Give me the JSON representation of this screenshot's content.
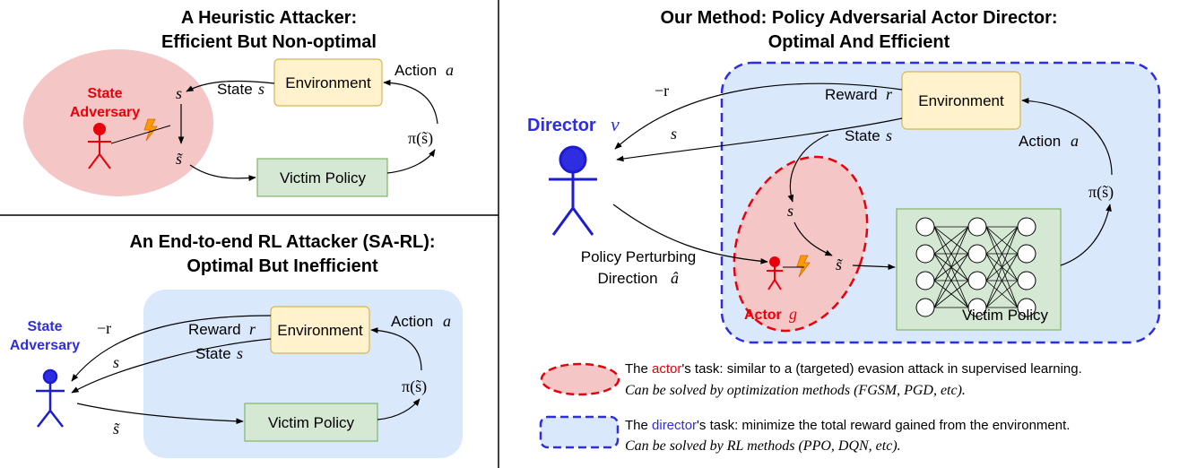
{
  "panels": {
    "heuristic": {
      "title_line1": "A Heuristic Attacker:",
      "title_line2": "Efficient But Non-optimal",
      "adversary_line1": "State",
      "adversary_line2": "Adversary",
      "environment": "Environment",
      "victim": "Victim Policy",
      "state_label": "State",
      "action_label": "Action",
      "s": "s",
      "s_tilde": "s̃",
      "a": "a",
      "pi": "π(s̃)"
    },
    "sarl": {
      "title_line1": "An End-to-end RL Attacker (SA-RL):",
      "title_line2": "Optimal But Inefficient",
      "adversary_line1": "State",
      "adversary_line2": "Adversary",
      "environment": "Environment",
      "victim": "Victim Policy",
      "reward_label": "Reward",
      "state_label": "State",
      "action_label": "Action",
      "neg_r": "−r",
      "r": "r",
      "s": "s",
      "s_tilde": "s̃",
      "a": "a",
      "pi": "π(s̃)"
    },
    "paad": {
      "title_line1": "Our Method: Policy Adversarial Actor Director:",
      "title_line2": "Optimal And Efficient",
      "director_label": "Director",
      "director_sym": "ν",
      "actor_label": "Actor",
      "actor_sym": "g",
      "environment": "Environment",
      "victim": "Victim Policy",
      "reward_label": "Reward",
      "state_label": "State",
      "action_label": "Action",
      "neg_r": "−r",
      "r": "r",
      "s": "s",
      "s_tilde": "s̃",
      "a": "a",
      "pi": "π(s̃)",
      "perturb_line1": "Policy Perturbing",
      "perturb_line2": "Direction",
      "a_hat": "â"
    }
  },
  "legend": {
    "actor_pre": "The ",
    "actor_word": "actor",
    "actor_post": "'s task: similar to a (targeted) evasion attack in supervised learning.",
    "actor_note": "Can be solved by optimization methods (FGSM, PGD, etc).",
    "director_pre": "The ",
    "director_word": "director",
    "director_post": "'s task: minimize the total reward gained from the environment.",
    "director_note": "Can be solved by RL methods (PPO, DQN, etc)."
  },
  "colors": {
    "red": "#e8000b",
    "blue": "#2e2ee0",
    "pink_fill": "#f5c6c6",
    "blue_fill": "#dae8fc",
    "env_fill": "#fff2cc",
    "env_stroke": "#d6b656",
    "victim_fill": "#d5e8d4",
    "victim_stroke": "#82b366",
    "lightning": "#ff9900"
  }
}
